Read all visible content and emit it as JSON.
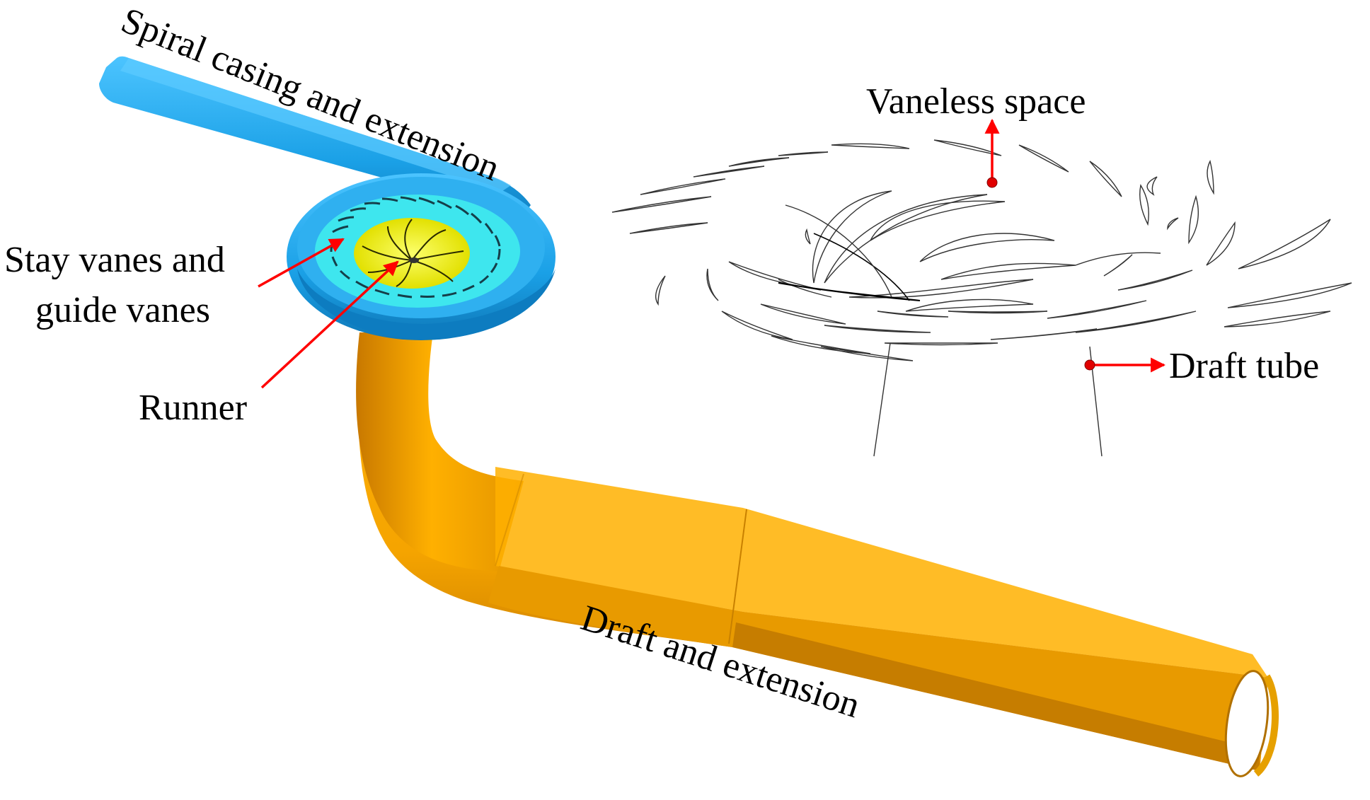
{
  "labels": {
    "spiral_casing": "Spiral casing and extension",
    "stay_guide_line1": "Stay vanes and",
    "stay_guide_line2": "guide vanes",
    "runner": "Runner",
    "draft_extension": "Draft and extension",
    "vaneless_space": "Vaneless space",
    "draft_tube": "Draft tube"
  },
  "colors": {
    "spiral_casing": "#1ea3e6",
    "stay_guide_vanes": "#3ee6ee",
    "runner": "#f1f01e",
    "draft_tube": "#f5a800",
    "arrow": "#ff0000",
    "monitor_point": "#e00000",
    "outline": "#000000"
  }
}
